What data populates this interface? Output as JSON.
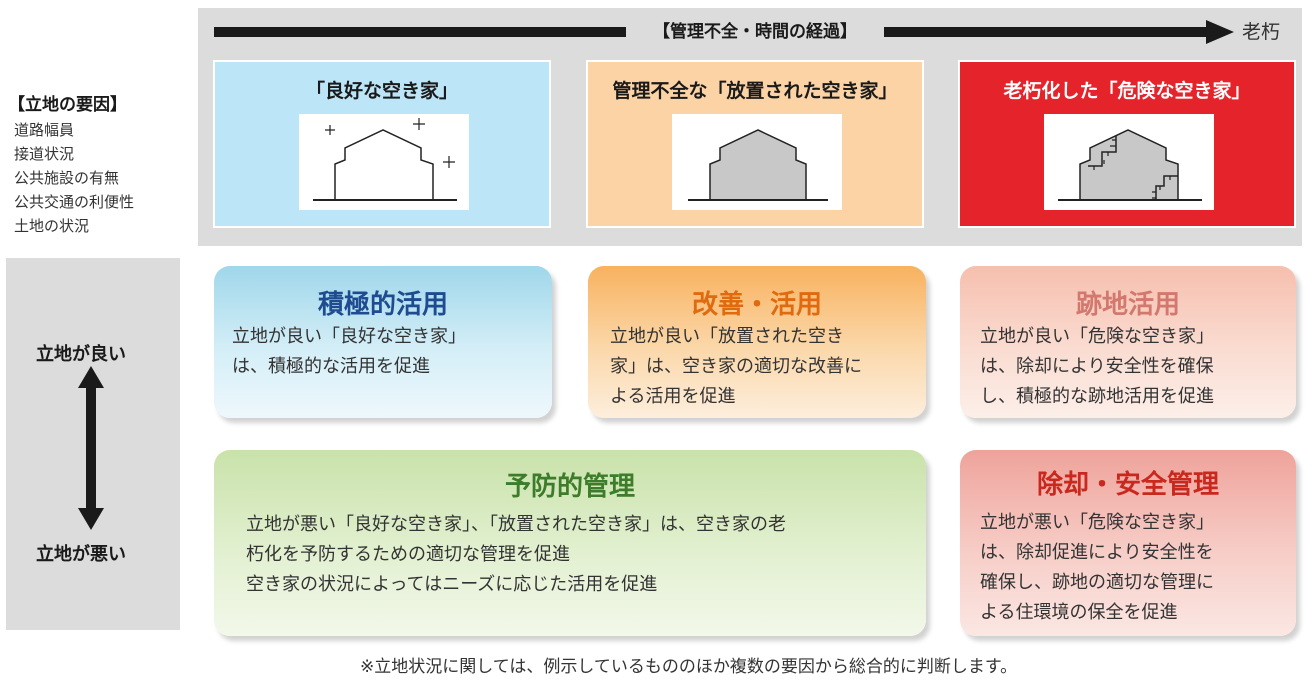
{
  "header": {
    "arrow_label": "【管理不全・時間の経過】",
    "end_label": "老朽"
  },
  "stages": [
    {
      "title": "「良好な空き家」"
    },
    {
      "title": "管理不全な「放置された空き家」"
    },
    {
      "title": "老朽化した「危険な空き家」"
    }
  ],
  "factors": {
    "title": "【立地の要因】",
    "items": [
      "道路幅員",
      "接道状況",
      "公共施設の有無",
      "公共交通の利便性",
      "土地の状況"
    ]
  },
  "location": {
    "good": "立地が良い",
    "bad": "立地が悪い"
  },
  "strategies": {
    "active": {
      "title": "積極的活用",
      "lines": [
        "立地が良い「良好な空き家」",
        "は、積極的な活用を促進"
      ]
    },
    "improve": {
      "title": "改善・活用",
      "lines": [
        "立地が良い「放置された空き",
        "家」は、空き家の適切な改善に",
        "よる活用を促進"
      ]
    },
    "site": {
      "title": "跡地活用",
      "lines": [
        "立地が良い「危険な空き家」",
        "は、除却により安全性を確保",
        "し、積極的な跡地活用を促進"
      ]
    },
    "prevent": {
      "title": "予防的管理",
      "lines": [
        "立地が悪い「良好な空き家」、「放置された空き家」は、空き家の老",
        "朽化を予防するための適切な管理を促進",
        "空き家の状況によってはニーズに応じた活用を促進"
      ]
    },
    "remove": {
      "title": "除却・安全管理",
      "lines": [
        "立地が悪い「危険な空き家」",
        "は、除却促進により安全性を",
        "確保し、跡地の適切な管理に",
        "よる住環境の保全を促進"
      ]
    }
  },
  "footnote": "※立地状況に関しては、例示しているもののほか複数の要因から総合的に判断します。",
  "colors": {
    "good_stage": "#bde5f8",
    "neglected_stage": "#fbd3a5",
    "dangerous_stage": "#e4232b"
  }
}
